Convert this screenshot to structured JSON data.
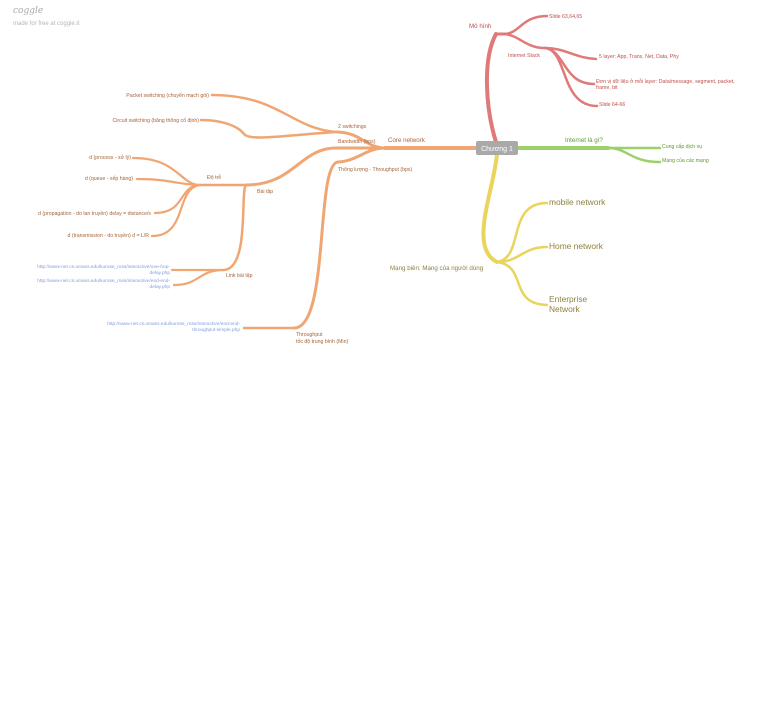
{
  "brand": {
    "logo_text": "coggle",
    "made_with": "made for free at coggle.it"
  },
  "colors": {
    "root_fill": "#a9a9a9",
    "red": "#e07a7a",
    "red_text": "#c0504d",
    "green": "#9bd06a",
    "green_text": "#5e9a2e",
    "yellow": "#e9d45c",
    "yellow_text": "#8f8140",
    "orange": "#f0a672",
    "orange_text": "#a8643a",
    "link_text": "#7f9fdf"
  },
  "root": {
    "label": "Chương 1"
  },
  "mo_hinh": {
    "label": "Mô hình",
    "slide_1": "Slide 63,64,65",
    "internet_stack": "Internet Stack",
    "layers": "5 layer: App, Trans, Net, Data, Phy",
    "don_vi_line1": "Đơn vị dữ liệu ở mỗi layer: Data/message, segment, packet,",
    "don_vi_line2": "frame, bit",
    "slide_2": "Slide 64-66"
  },
  "internet": {
    "label": "Internet là gì?",
    "item_1": "Cung cấp dịch vụ",
    "item_2": "Mạng của các mạng"
  },
  "mang_bien": {
    "label": "Mạng biên: Mạng của người dùng",
    "mobile": "mobile network",
    "home": "Home network",
    "enterprise_line1": "Enterprise",
    "enterprise_line2": "Network"
  },
  "core": {
    "label": "Core network",
    "switchings": "2 switchings",
    "packet_switching": "Packet switching (chuyển mạch gói)",
    "circuit_switching": "Circuit switching (băng thông cố định)",
    "bandwidth": "Bandwidth (bps)",
    "throughput_label": "Thông lượng - Throughput (bps)",
    "bai_tap": "Bài tập",
    "do_tre": "Độ trễ",
    "d_proc": "d (process - xử lý)",
    "d_queue": "d (queue - xếp hàng)",
    "d_prop": "d (propagation - do lan truyền) delay = distance/s",
    "d_trans": "d (transmission - do truyền) d = L/R",
    "link_bai_tap": "Link bài tập",
    "link_1_line1": "http://www-net.cs.umass.edu/kurose_ross/interactive/one-hop-",
    "link_1_line2": "delay.php",
    "link_2_line1": "http://www-net.cs.umass.edu/kurose_ross/interactive/end-end-",
    "link_2_line2": "delay.php",
    "throughput_short": "Throughput",
    "throughput_vn": "tốc độ trung bình (Min)",
    "link_3_line1": "http://www-net.cs.umass.edu/kurose_ross/interactive/end-end-",
    "link_3_line2": "throughput-simple.php"
  }
}
